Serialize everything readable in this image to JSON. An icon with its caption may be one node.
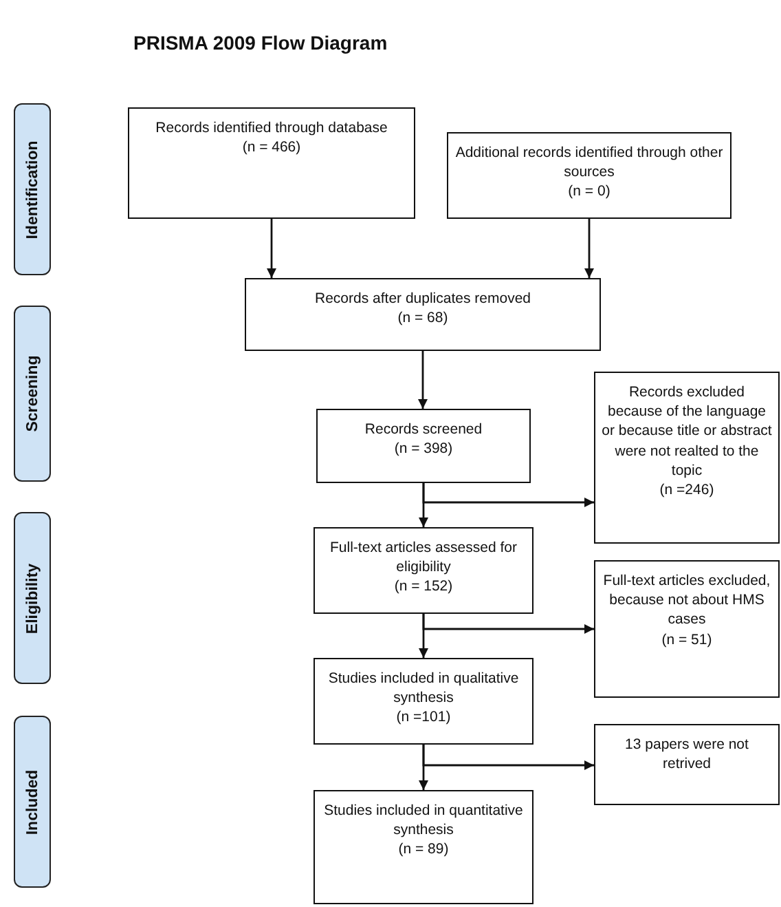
{
  "diagram": {
    "title": "PRISMA 2009 Flow Diagram",
    "nodes": [
      {
        "text": [
          "Records identified through database",
          "(n = 466)"
        ]
      },
      {
        "text": [
          "Additional records identified through other sources",
          "(n = 0)"
        ]
      },
      {
        "text": [
          "Records after duplicates removed",
          "(n = 68)"
        ]
      },
      {
        "text": [
          "Records screened",
          "(n = 398)"
        ]
      },
      {
        "text": [
          "Records excluded because of the language or because title or abstract were not realted to the topic",
          "(n =246)"
        ]
      },
      {
        "text": [
          "Full-text articles assessed for eligibility",
          "(n = 152)"
        ]
      },
      {
        "text": [
          "Full-text articles excluded, because not about HMS cases",
          "(n = 51)"
        ]
      },
      {
        "text": [
          "Studies included in qualitative synthesis",
          "(n =101)"
        ]
      },
      {
        "text": [
          "13 papers were not retrived"
        ]
      },
      {
        "text": [
          "Studies included in quantitative synthesis",
          "(n = 89)"
        ]
      },
      {
        "text": [
          "Identification"
        ]
      },
      {
        "text": [
          "Screening"
        ]
      },
      {
        "text": [
          "Eligibility"
        ]
      },
      {
        "text": [
          "Included"
        ]
      }
    ],
    "edges": [
      {
        "from": 0,
        "to": 2,
        "arrow": "to"
      },
      {
        "from": 1,
        "to": 2,
        "arrow": "to"
      },
      {
        "from": 2,
        "to": 3,
        "arrow": "to"
      },
      {
        "from": 3,
        "to": 5,
        "arrow": "to"
      },
      {
        "from": 3,
        "to": 4,
        "arrow": "to"
      },
      {
        "from": 5,
        "to": 7,
        "arrow": "to"
      },
      {
        "from": 5,
        "to": 6,
        "arrow": "to"
      },
      {
        "from": 7,
        "to": 9,
        "arrow": "to"
      },
      {
        "from": 7,
        "to": 8,
        "arrow": "to"
      }
    ]
  }
}
